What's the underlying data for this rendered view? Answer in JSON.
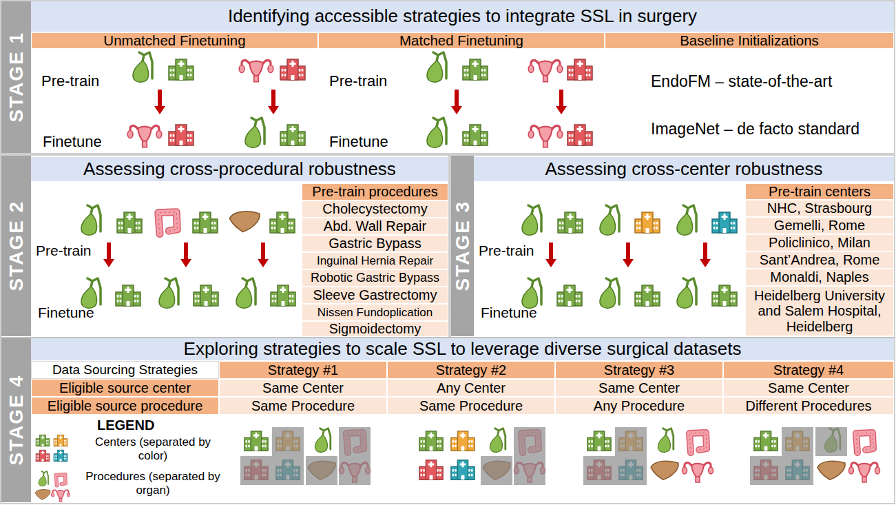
{
  "diagram": {
    "nodes": [
      {
        "text": [
          "STAGE 1"
        ]
      },
      {
        "text": [
          "Identifying accessible strategies to integrate SSL in surgery"
        ]
      },
      {
        "text": [
          "Unmatched Finetuning"
        ]
      },
      {
        "text": [
          "Matched Finetuning"
        ]
      },
      {
        "text": [
          "Baseline Initializations"
        ]
      },
      {
        "text": [
          "STAGE 2"
        ]
      },
      {
        "text": [
          "Assessing cross-procedural robustness"
        ]
      },
      {
        "text": [
          "Pre-train procedures"
        ]
      },
      {
        "text": [
          "Cholecystectomy"
        ]
      },
      {
        "text": [
          "Abd. Wall Repair"
        ]
      },
      {
        "text": [
          "Gastric Bypass"
        ]
      },
      {
        "text": [
          "Inguinal Hernia Repair"
        ]
      },
      {
        "text": [
          "Robotic Gastric Bypass"
        ]
      },
      {
        "text": [
          "Sleeve Gastrectomy"
        ]
      },
      {
        "text": [
          "Nissen Fundoplication"
        ]
      },
      {
        "text": [
          "Sigmoidectomy"
        ]
      },
      {
        "text": [
          "STAGE 3"
        ]
      },
      {
        "text": [
          "Assessing cross-center robustness"
        ]
      },
      {
        "text": [
          "Pre-train centers"
        ]
      },
      {
        "text": [
          "NHC, Strasbourg"
        ]
      },
      {
        "text": [
          "Gemelli, Rome"
        ]
      },
      {
        "text": [
          "Policlinico, Milan"
        ]
      },
      {
        "text": [
          "Sant’Andrea, Rome"
        ]
      },
      {
        "text": [
          "Monaldi, Naples"
        ]
      },
      {
        "text": [
          "Heidelberg University and Salem Hospital, Heidelberg"
        ]
      },
      {
        "text": [
          "STAGE 4"
        ]
      },
      {
        "text": [
          "Exploring strategies to scale SSL to leverage diverse surgical datasets"
        ]
      },
      {
        "text": [
          "Data Sourcing Strategies"
        ]
      },
      {
        "text": [
          "Strategy #1"
        ]
      },
      {
        "text": [
          "Strategy #2"
        ]
      },
      {
        "text": [
          "Strategy #3"
        ]
      },
      {
        "text": [
          "Strategy #4"
        ]
      },
      {
        "text": [
          "Eligible source center"
        ]
      },
      {
        "text": [
          "Same Center"
        ]
      },
      {
        "text": [
          "Any Center"
        ]
      },
      {
        "text": [
          "Same Center"
        ]
      },
      {
        "text": [
          "Same Center"
        ]
      },
      {
        "text": [
          "Eligible source procedure"
        ]
      },
      {
        "text": [
          "Same Procedure"
        ]
      },
      {
        "text": [
          "Same Procedure"
        ]
      },
      {
        "text": [
          "Any Procedure"
        ]
      },
      {
        "text": [
          "Different Procedures"
        ]
      }
    ],
    "labels": [
      "Pre-train",
      "Finetune",
      "Pre-train",
      "Finetune",
      "EndoFM – state-of-the-art",
      "ImageNet – de facto standard",
      "Pre-train",
      "Finetune",
      "Pre-train",
      "Finetune",
      "LEGEND"
    ],
    "legend": [
      {
        "text": "Centers (separated by color)"
      },
      {
        "text": "Procedures (separated by organ)"
      }
    ]
  }
}
